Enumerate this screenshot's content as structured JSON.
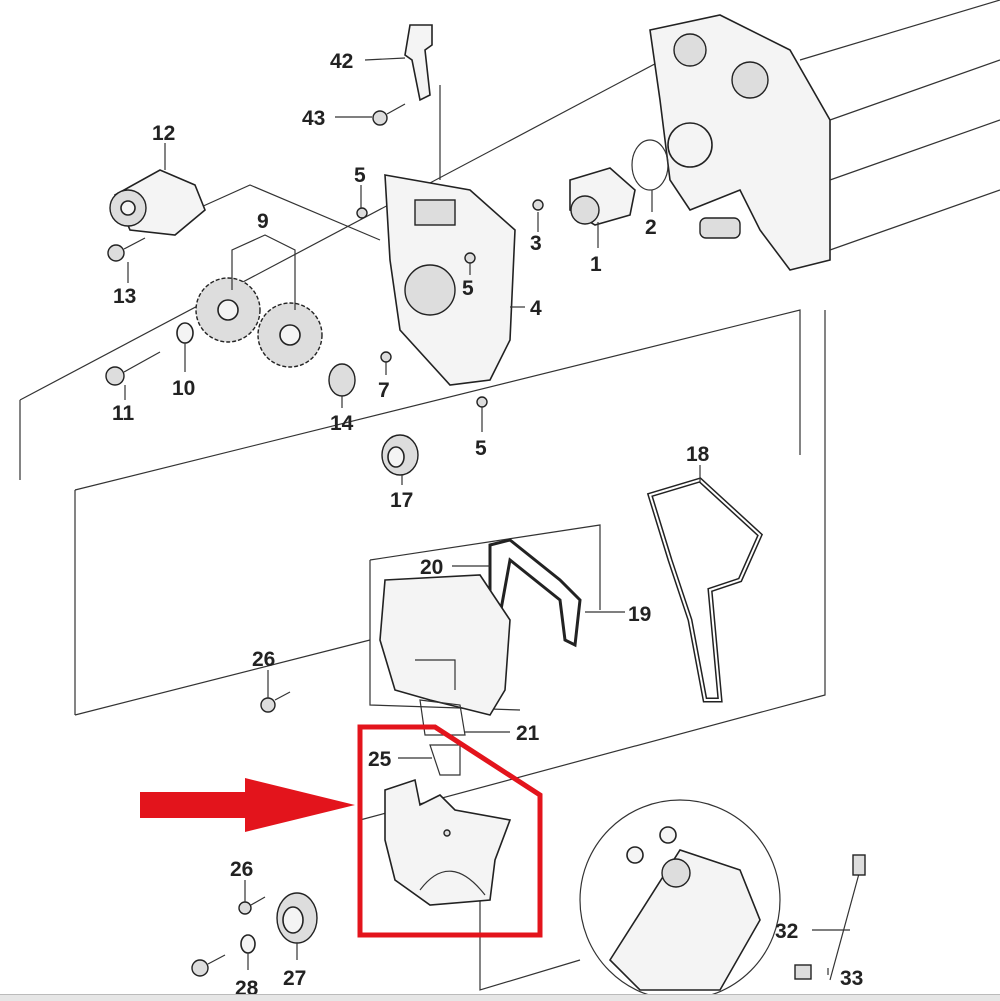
{
  "diagram": {
    "title": "Timing belt cover exploded parts diagram",
    "highlight_color": "#e3141c",
    "labels": {
      "p42": "42",
      "p43": "43",
      "p12": "12",
      "p5a": "5",
      "p9": "9",
      "p13": "13",
      "p3": "3",
      "p2": "2",
      "p1": "1",
      "p5b": "5",
      "p4": "4",
      "p10": "10",
      "p11": "11",
      "p14": "14",
      "p7": "7",
      "p5c": "5",
      "p17": "17",
      "p18": "18",
      "p20": "20",
      "p19": "19",
      "p26a": "26",
      "p21": "21",
      "p25": "25",
      "p26b": "26",
      "p27": "27",
      "p28": "28",
      "p32": "32",
      "p33": "33"
    }
  }
}
